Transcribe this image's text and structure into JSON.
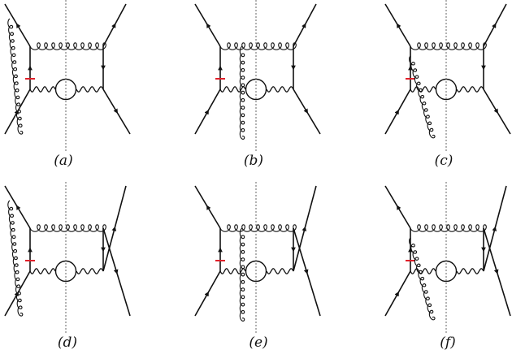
{
  "figure": {
    "panels": [
      {
        "label": "(a)",
        "exchange": "uncrossed",
        "gluon": "long"
      },
      {
        "label": "(b)",
        "exchange": "uncrossed",
        "gluon": "vertical"
      },
      {
        "label": "(c)",
        "exchange": "uncrossed",
        "gluon": "slanted"
      },
      {
        "label": "(d)",
        "exchange": "crossed",
        "gluon": "long"
      },
      {
        "label": "(e)",
        "exchange": "crossed",
        "gluon": "vertical"
      },
      {
        "label": "(f)",
        "exchange": "crossed",
        "gluon": "slanted"
      }
    ],
    "colors": {
      "line": "#111111",
      "cut": "#666666",
      "marker": "#e0202a"
    }
  }
}
